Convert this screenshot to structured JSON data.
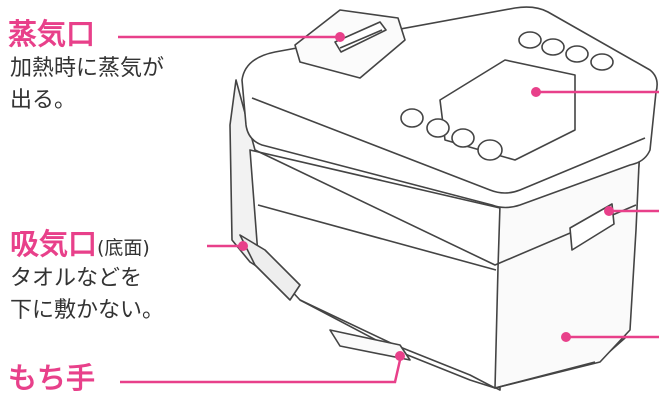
{
  "callouts": {
    "steam_vent": {
      "title": "蒸気口",
      "desc_line1": "加熱時に蒸気が",
      "desc_line2": "出る。"
    },
    "air_intake": {
      "title": "吸気口",
      "title_note": "(底面)",
      "desc_line1": "タオルなどを",
      "desc_line2": "下に敷かない。"
    },
    "handle": {
      "title": "もち手"
    }
  },
  "colors": {
    "accent": "#e8408a",
    "text": "#333333",
    "outline": "#444444",
    "body": "#ffffff"
  }
}
